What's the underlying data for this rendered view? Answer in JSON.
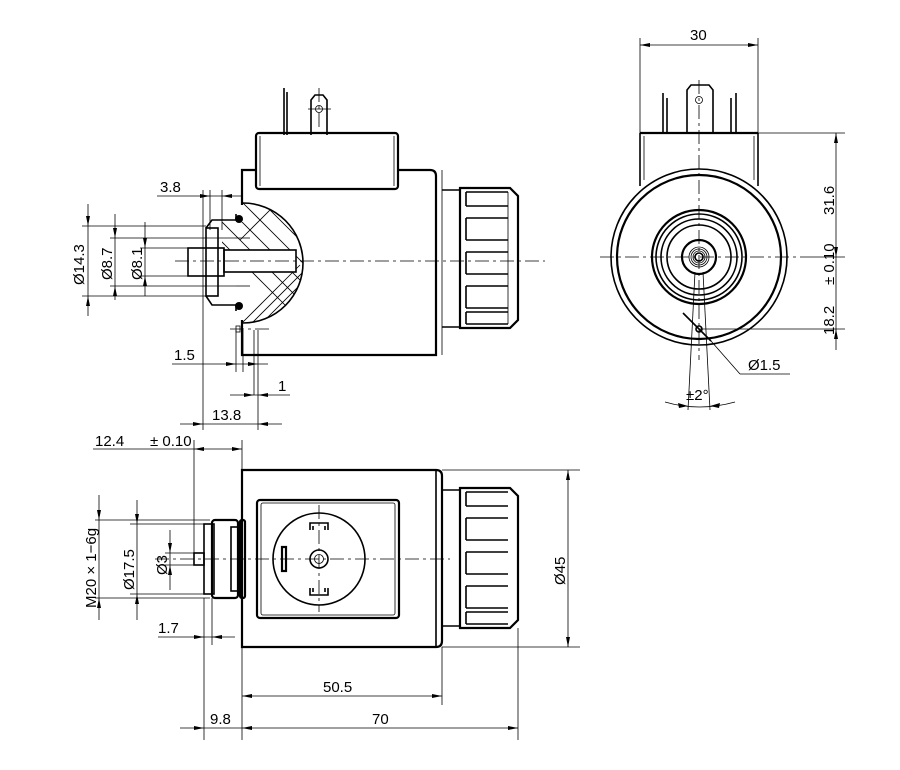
{
  "drawing": {
    "subject": "solenoid-coil",
    "line_color": "#000000",
    "background": "#ffffff"
  },
  "side_view": {
    "dims": {
      "d_groove": "3.8",
      "d_outer": "Ø14.3",
      "d_mid": "Ø8.7",
      "d_inner": "Ø8.1",
      "d_pin_offset": "1.5",
      "d_gap": "1",
      "d_face": "13.8"
    }
  },
  "end_view": {
    "dims": {
      "width": "30",
      "upper": "31.6",
      "tol": "± 0.10",
      "lower": "18.2",
      "hole": "Ø1.5",
      "angle": "±2°"
    }
  },
  "top_view": {
    "dims": {
      "stub": "12.4",
      "stub_tol": "± 0.10",
      "thread": "M20 × 1−6g",
      "d_collar": "Ø17.5",
      "d_pin": "Ø3",
      "d_shoulder": "1.7",
      "body_diam": "Ø45",
      "body_len": "50.5",
      "overall": "70",
      "nose": "9.8"
    }
  }
}
